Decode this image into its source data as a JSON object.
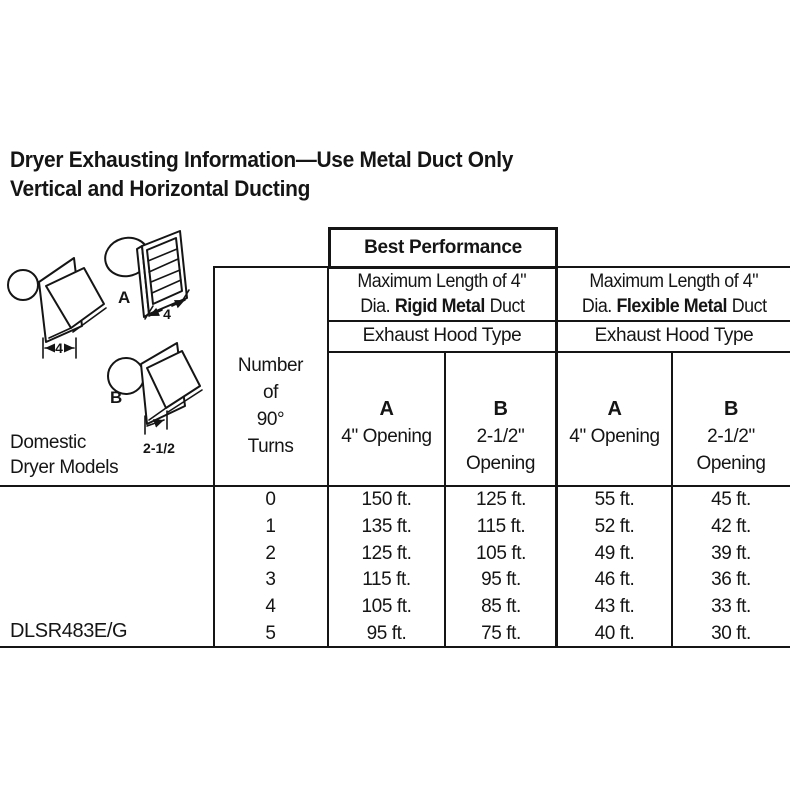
{
  "page_title": {
    "line1": "Dryer Exhausting Information—Use Metal Duct Only",
    "line2": "Vertical and Horizontal Ducting"
  },
  "diagram": {
    "hood_dim": "4",
    "vent_a": {
      "label": "A",
      "dim": "4"
    },
    "vent_b": {
      "label": "B",
      "dim": "2-1/2"
    },
    "models_caption": {
      "line1": "Domestic",
      "line2": "Dryer Models"
    },
    "model_number": "DLSR483E/G"
  },
  "table": {
    "best_performance": "Best Performance",
    "rigid": {
      "l1": "Maximum Length of 4\"",
      "l2a": "Dia.",
      "l2b": "Rigid Metal",
      "l2c": "Duct"
    },
    "flexible": {
      "l1": "Maximum Length of 4\"",
      "l2a": "Dia.",
      "l2b": "Flexible Metal",
      "l2c": "Duct"
    },
    "exhaust_hood_type": "Exhaust Hood Type",
    "turns": {
      "l1": "Number",
      "l2": "of",
      "l3": "90°",
      "l4": "Turns"
    },
    "col_a": {
      "letter": "A",
      "sub": "4\" Opening"
    },
    "col_b": {
      "letter": "B",
      "sub1": "2-1/2\"",
      "sub2": "Opening"
    },
    "rows": [
      {
        "turns": "0",
        "rigid_a": "150 ft.",
        "rigid_b": "125 ft.",
        "flex_a": "55 ft.",
        "flex_b": "45 ft."
      },
      {
        "turns": "1",
        "rigid_a": "135 ft.",
        "rigid_b": "115 ft.",
        "flex_a": "52 ft.",
        "flex_b": "42 ft."
      },
      {
        "turns": "2",
        "rigid_a": "125 ft.",
        "rigid_b": "105 ft.",
        "flex_a": "49 ft.",
        "flex_b": "39 ft."
      },
      {
        "turns": "3",
        "rigid_a": "115 ft.",
        "rigid_b": "95 ft.",
        "flex_a": "46 ft.",
        "flex_b": "36 ft."
      },
      {
        "turns": "4",
        "rigid_a": "105 ft.",
        "rigid_b": "85 ft.",
        "flex_a": "43 ft.",
        "flex_b": "33 ft."
      },
      {
        "turns": "5",
        "rigid_a": "95 ft.",
        "rigid_b": "75 ft.",
        "flex_a": "40 ft.",
        "flex_b": "30 ft."
      }
    ]
  },
  "colors": {
    "ink": "#151515",
    "background": "#ffffff"
  }
}
